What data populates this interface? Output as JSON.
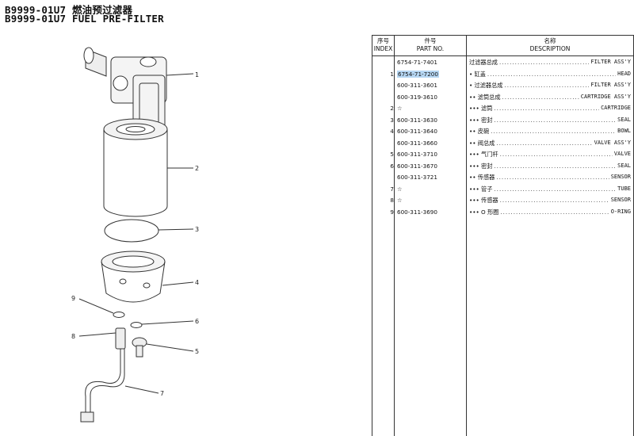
{
  "header": {
    "line1": "B9999-01U7 燃油预过滤器",
    "line2": "B9999-01U7 FUEL PRE-FILTER"
  },
  "diagram_callouts": [
    "1",
    "2",
    "3",
    "4",
    "9",
    "6",
    "8",
    "5",
    "7"
  ],
  "table": {
    "columns": [
      {
        "cn": "序号",
        "en": "INDEX"
      },
      {
        "cn": "件号",
        "en": "PART NO."
      },
      {
        "cn": "名称",
        "en": "DESCRIPTION"
      }
    ],
    "rows": [
      {
        "index": "",
        "part_no": "6754-71-7401",
        "desc_cn": "过滤器总成",
        "desc_en": "FILTER ASS'Y",
        "highlight": false
      },
      {
        "index": "1",
        "part_no": "6754-71-7200",
        "desc_cn": "• 缸盖",
        "desc_en": "HEAD",
        "highlight": true
      },
      {
        "index": "",
        "part_no": "600-311-3601",
        "desc_cn": "• 过滤器总成",
        "desc_en": "FILTER ASS'Y",
        "highlight": false
      },
      {
        "index": "",
        "part_no": "600-319-3610",
        "desc_cn": "•• 滤筒总成",
        "desc_en": "CARTRIDGE ASS'Y",
        "highlight": false
      },
      {
        "index": "2",
        "part_no": "☆",
        "desc_cn": "••• 滤筒",
        "desc_en": "CARTRIDGE",
        "highlight": false
      },
      {
        "index": "3",
        "part_no": "600-311-3630",
        "desc_cn": "••• 密封",
        "desc_en": "SEAL",
        "highlight": false
      },
      {
        "index": "4",
        "part_no": "600-311-3640",
        "desc_cn": "•• 皮碗",
        "desc_en": "BOWL",
        "highlight": false
      },
      {
        "index": "",
        "part_no": "600-311-3660",
        "desc_cn": "•• 阀总成",
        "desc_en": "VALVE ASS'Y",
        "highlight": false
      },
      {
        "index": "5",
        "part_no": "600-311-3710",
        "desc_cn": "••• 气门杆",
        "desc_en": "VALVE",
        "highlight": false
      },
      {
        "index": "6",
        "part_no": "600-311-3670",
        "desc_cn": "••• 密封",
        "desc_en": "SEAL",
        "highlight": false
      },
      {
        "index": "",
        "part_no": "600-311-3721",
        "desc_cn": "•• 传感器",
        "desc_en": "SENSOR",
        "highlight": false
      },
      {
        "index": "7",
        "part_no": "☆",
        "desc_cn": "••• 管子",
        "desc_en": "TUBE",
        "highlight": false
      },
      {
        "index": "8",
        "part_no": "☆",
        "desc_cn": "••• 传感器",
        "desc_en": "SENSOR",
        "highlight": false
      },
      {
        "index": "9",
        "part_no": "600-311-3690",
        "desc_cn": "••• O 形圈",
        "desc_en": "O-RING",
        "highlight": false
      }
    ]
  }
}
